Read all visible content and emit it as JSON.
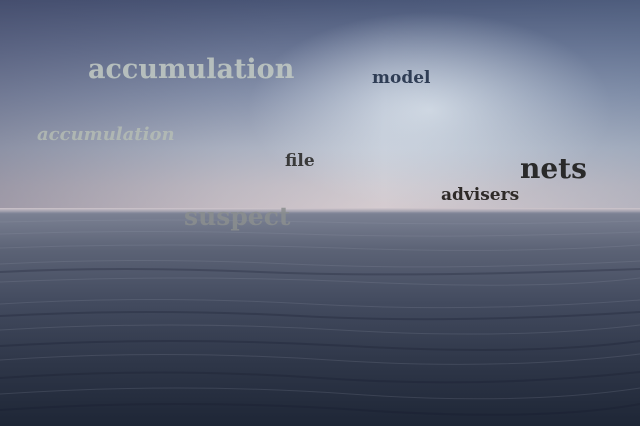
{
  "words": {
    "accumulation_large": "accumulation",
    "model": "model",
    "accumulation_small": "accumulation",
    "file": "file",
    "nets": "nets",
    "advisers": "advisers",
    "suspect": "suspect"
  }
}
